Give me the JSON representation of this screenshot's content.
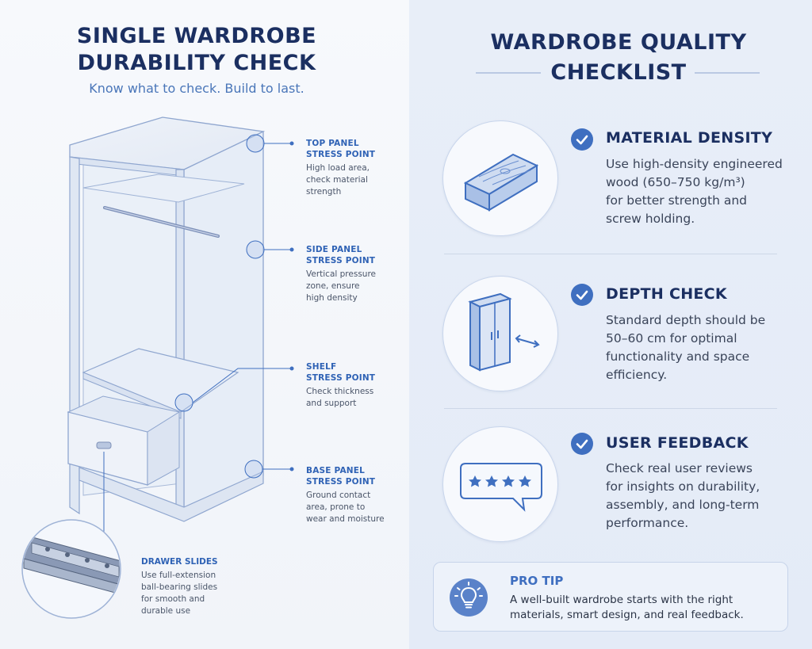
{
  "left": {
    "title_line1": "SINGLE WARDROBE",
    "title_line2": "DURABILITY CHECK",
    "subtitle": "Know what to check. Build to last.",
    "callouts": [
      {
        "title1": "TOP PANEL",
        "title2": "STRESS POINT",
        "desc": [
          "High load area,",
          "check material",
          "strength"
        ]
      },
      {
        "title1": "SIDE PANEL",
        "title2": "STRESS POINT",
        "desc": [
          "Vertical pressure",
          "zone, ensure",
          "high density"
        ]
      },
      {
        "title1": "SHELF",
        "title2": "STRESS POINT",
        "desc": [
          "Check thickness",
          "and support"
        ]
      },
      {
        "title1": "BASE PANEL",
        "title2": "STRESS POINT",
        "desc": [
          "Ground contact",
          "area, prone to",
          "wear and moisture"
        ]
      }
    ],
    "drawer_slides": {
      "title": "DRAWER SLIDES",
      "desc": [
        "Use full-extension",
        "ball-bearing slides",
        "for smooth and",
        "durable use"
      ]
    }
  },
  "right": {
    "title_line1": "WARDROBE QUALITY",
    "title_line2": "CHECKLIST",
    "items": [
      {
        "icon": "wood-plank-icon",
        "title": "MATERIAL DENSITY",
        "desc": [
          "Use high-density engineered",
          "wood (650–750 kg/m³)",
          "for better strength and",
          "screw holding."
        ]
      },
      {
        "icon": "wardrobe-depth-icon",
        "title": "DEPTH CHECK",
        "desc": [
          "Standard depth should be",
          "50–60 cm for optimal",
          "functionality and space",
          "efficiency."
        ]
      },
      {
        "icon": "review-stars-icon",
        "title": "USER FEEDBACK",
        "desc": [
          "Check real user reviews",
          "for insights on durability,",
          "assembly, and long-term",
          "performance."
        ]
      }
    ],
    "pro_tip": {
      "icon": "lightbulb-icon",
      "title": "PRO TIP",
      "text": [
        "A well-built wardrobe starts with the right",
        "materials, smart design, and real feedback."
      ]
    }
  },
  "colors": {
    "navy": "#1b2f61",
    "accent": "#3f6fc0",
    "sketch": "#8fa6cf"
  }
}
